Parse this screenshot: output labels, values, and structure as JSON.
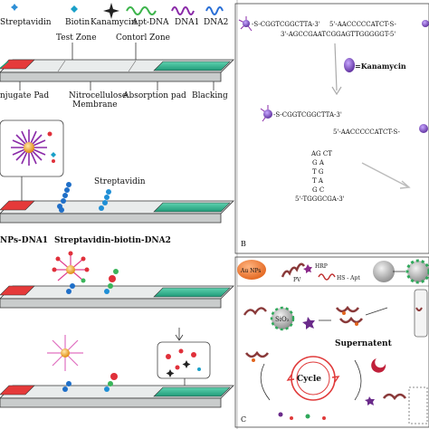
{
  "legend": {
    "streptavidin": "Streptavidin",
    "biotin": "Biotin",
    "kanamycin": "Kanamycin",
    "apt_dna": "Apt-DNA",
    "dna1": "DNA1",
    "dna2": "DNA2"
  },
  "panel_a": {
    "test_zone": "Test Zone",
    "control_zone": "Contorl Zone",
    "conjugate_pad": "njugate Pad",
    "nitrocellulose": "Nitrocellulose",
    "membrane": "Membrane",
    "absorption_pad": "Absorption pad",
    "blacking": "Blacking",
    "streptavidin": "Streptavidin",
    "aunps_dna1": "NPs-DNA1",
    "strep_biotin_dna2": "Streptavidin-biotin-DNA2"
  },
  "panel_b": {
    "seq_top_left": "-S-CGGTCGGCTTA-3'",
    "seq_top_right": "5'-AACCCCCATCT-S-",
    "seq_bottom": "3'-AGCCGAATCGGAGTTGGGGGT-5'",
    "kanamycin_label": "=Kanamycin",
    "seq_mid_left": "-S-CGGTCGGCTTA-3'",
    "seq_mid_right": "5'-AACCCCCATCT-S-",
    "hairpin_rows": [
      "AG  CT",
      "G  A",
      "T  G",
      "T  A",
      "G  C"
    ],
    "hairpin_stem": "5'-TGGGCGA-3'",
    "label": "B"
  },
  "panel_c": {
    "au_nps": "Au NPs",
    "pv": "PV",
    "hrp": "HRP",
    "hs_apt": "HS - Apt",
    "sio2": "SiO₂",
    "supernatant": "Supernatent",
    "cycle": "Cycle",
    "label": "C"
  }
}
